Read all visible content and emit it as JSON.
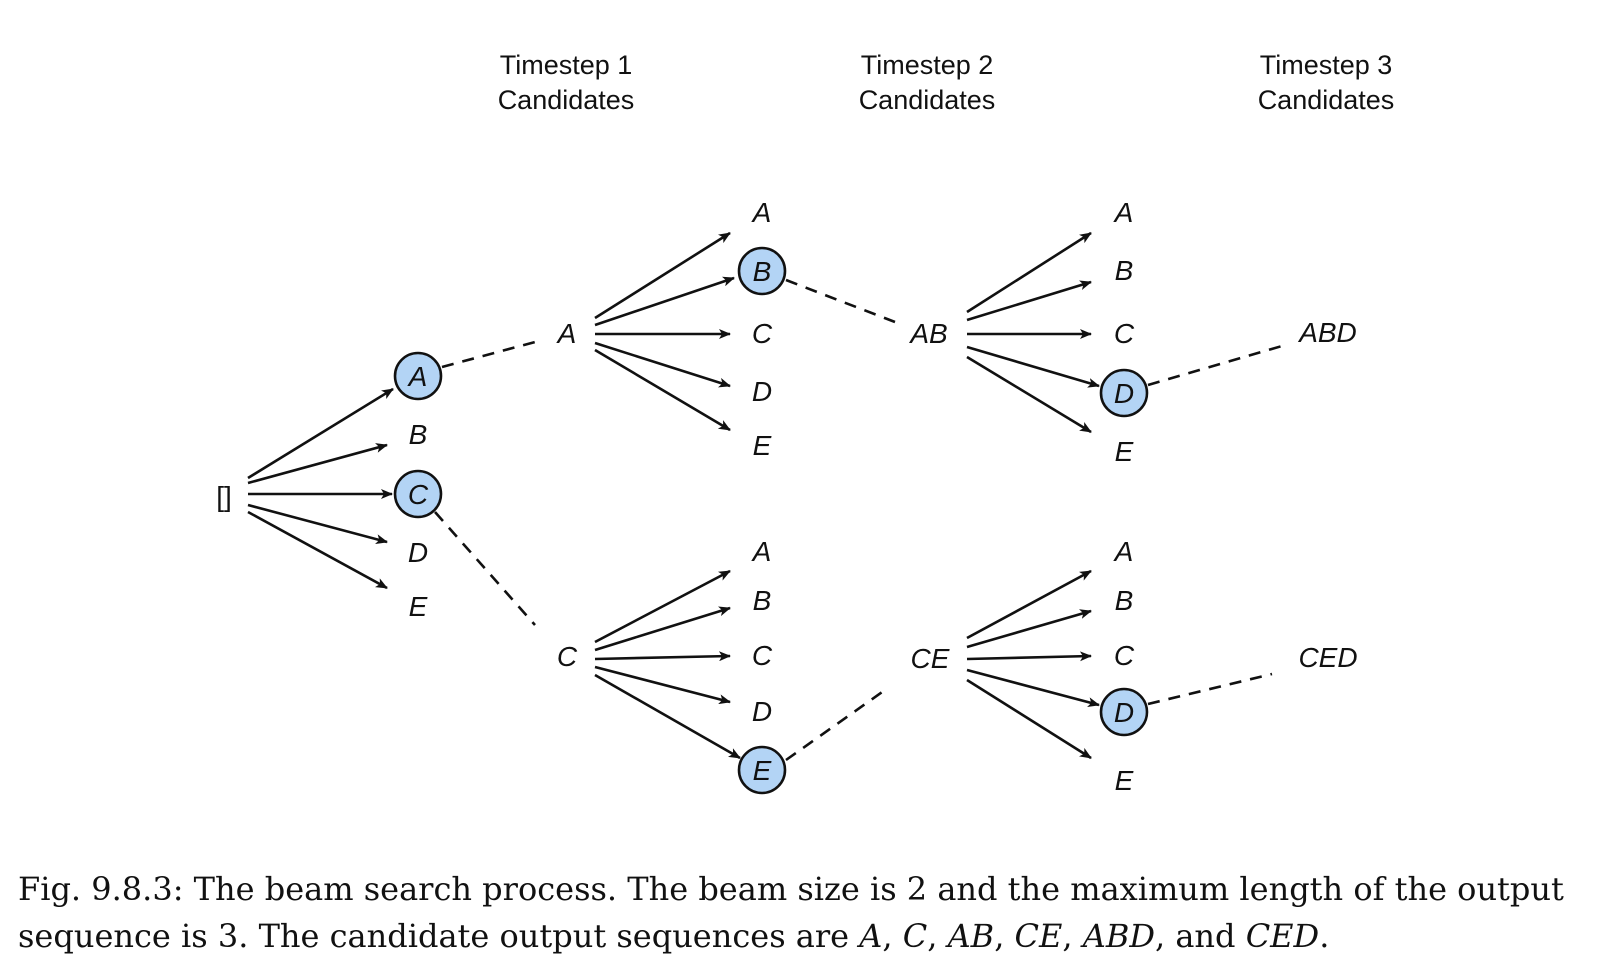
{
  "headers": [
    {
      "line1": "Timestep 1",
      "line2": "Candidates"
    },
    {
      "line1": "Timestep 2",
      "line2": "Candidates"
    },
    {
      "line1": "Timestep 3",
      "line2": "Candidates"
    }
  ],
  "diagram": {
    "root": "[]",
    "step1_candidates": [
      "A",
      "B",
      "C",
      "D",
      "E"
    ],
    "step1_selected": [
      "A",
      "C"
    ],
    "beam_top": {
      "prefix": "A",
      "step2_candidates": [
        "A",
        "B",
        "C",
        "D",
        "E"
      ],
      "step2_selected": "B",
      "prefix2": "AB",
      "step3_candidates": [
        "A",
        "B",
        "C",
        "D",
        "E"
      ],
      "step3_selected": "D",
      "result": "ABD"
    },
    "beam_bottom": {
      "prefix": "C",
      "step2_candidates": [
        "A",
        "B",
        "C",
        "D",
        "E"
      ],
      "step2_selected": "E",
      "prefix2": "CE",
      "step3_candidates": [
        "A",
        "B",
        "C",
        "D",
        "E"
      ],
      "step3_selected": "D",
      "result": "CED"
    },
    "selected_color": "#b3d4f5"
  },
  "caption": {
    "prefix": "Fig. 9.8.3: The beam search process. The beam size is 2 and the maximum length of the output sequence is 3. The candidate output sequences are ",
    "seq1": "A",
    "sep1": ", ",
    "seq2": "C",
    "sep2": ", ",
    "seq3": "AB",
    "sep3": ", ",
    "seq4": "CE",
    "sep4": ", ",
    "seq5": "ABD",
    "sep5": ", and ",
    "seq6": "CED",
    "end": "."
  }
}
